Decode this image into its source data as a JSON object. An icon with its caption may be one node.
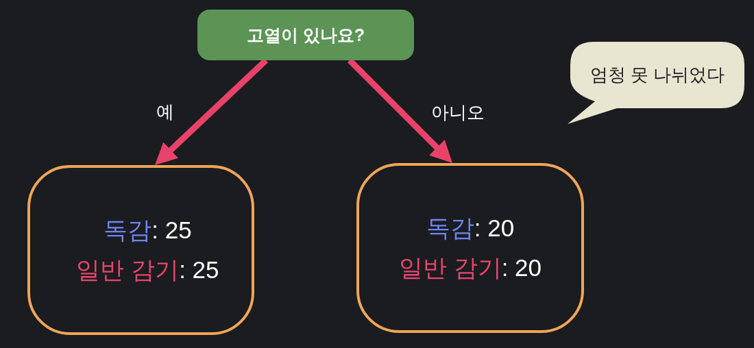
{
  "diagram": {
    "nodes": [
      {
        "text": [
          "고열이 있나요?"
        ]
      },
      {
        "text": [
          "독감: 25",
          "일반 감기: 25"
        ]
      },
      {
        "text": [
          "독감: 20",
          "일반 감기: 20"
        ]
      },
      {
        "text": [
          "엄청 못 나뉘었다"
        ]
      }
    ],
    "edges": [
      {
        "from": 0,
        "to": 1,
        "arrow": "to",
        "label": "예"
      },
      {
        "from": 0,
        "to": 2,
        "arrow": "to",
        "label": "아니오"
      }
    ]
  }
}
